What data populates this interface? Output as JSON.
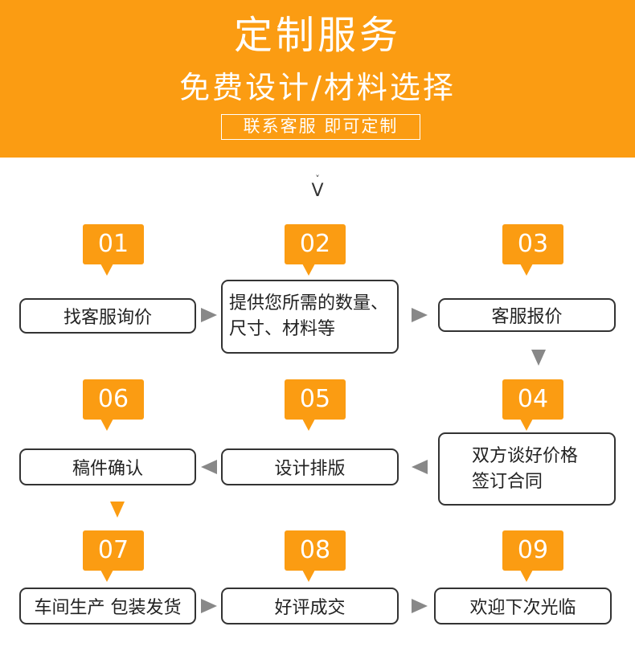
{
  "banner": {
    "title": "定制服务",
    "subtitle": "免费设计/材料选择",
    "cta": "联系客服 即可定制"
  },
  "down_glyph": "V",
  "steps": [
    {
      "number": "01",
      "label": "找客服询价"
    },
    {
      "number": "02",
      "label_line1": "提供您所需的数量、",
      "label_line2": "尺寸、材料等"
    },
    {
      "number": "03",
      "label": "客服报价"
    },
    {
      "number": "04",
      "label_line1": "双方谈好价格",
      "label_line2": "签订合同"
    },
    {
      "number": "05",
      "label": "设计排版"
    },
    {
      "number": "06",
      "label": "稿件确认"
    },
    {
      "number": "07",
      "label": "车间生产 包装发货"
    },
    {
      "number": "08",
      "label": "好评成交"
    },
    {
      "number": "09",
      "label": "欢迎下次光临"
    }
  ],
  "colors": {
    "accent": "#fb9c12",
    "arrow_gray": "#888888",
    "box_border": "#333333"
  }
}
